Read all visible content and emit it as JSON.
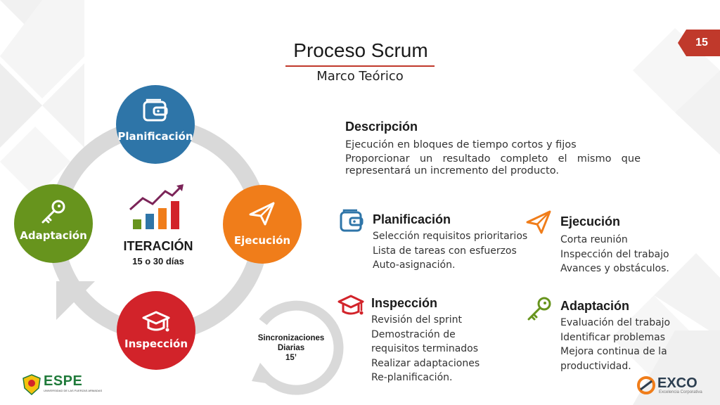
{
  "slide": {
    "number": "15",
    "title": "Proceso Scrum",
    "subtitle": "Marco Teórico"
  },
  "colors": {
    "planificacion": "#2e75a8",
    "ejecucion": "#f07d1a",
    "inspeccion": "#d2232a",
    "adaptacion": "#67941d",
    "accent_red": "#c0392b",
    "cycle_gray": "#d9d9d9"
  },
  "cycle": {
    "nodes": [
      {
        "label": "Planificación",
        "icon": "wallet-icon"
      },
      {
        "label": "Ejecución",
        "icon": "paper-plane-icon"
      },
      {
        "label": "Inspección",
        "icon": "graduation-cap-icon"
      },
      {
        "label": "Adaptación",
        "icon": "key-icon"
      }
    ],
    "center": {
      "title": "ITERACIÓN",
      "subtitle": "15 o 30 días",
      "icon": "bar-chart-trend-icon"
    },
    "sync": {
      "line1": "Sincronizaciones",
      "line2": "Diarias",
      "line3": "15’"
    }
  },
  "description": {
    "heading": "Descripción",
    "line1": "Ejecución en bloques de tiempo cortos y fijos",
    "line2": "Proporcionar un resultado completo el mismo que representará un incremento del producto."
  },
  "sections": {
    "planificacion": {
      "heading": "Planificación",
      "icon": "wallet-icon",
      "items": [
        "Selección requisitos prioritarios",
        "Lista de tareas con esfuerzos",
        "Auto-asignación."
      ]
    },
    "ejecucion": {
      "heading": "Ejecución",
      "icon": "paper-plane-icon",
      "items": [
        "Corta reunión",
        "Inspección del trabajo",
        "Avances y obstáculos."
      ]
    },
    "inspeccion": {
      "heading": "Inspección",
      "icon": "graduation-cap-icon",
      "items": [
        "Revisión del sprint",
        "Demostración de",
        "requisitos terminados",
        "Realizar adaptaciones",
        "Re-planificación."
      ]
    },
    "adaptacion": {
      "heading": "Adaptación",
      "icon": "key-icon",
      "items": [
        "Evaluación del trabajo",
        "Identificar problemas",
        "Mejora continua de la",
        "productividad."
      ]
    }
  },
  "logos": {
    "espe": {
      "name": "ESPE",
      "tagline": "UNIVERSIDAD DE LAS FUERZAS ARMADAS"
    },
    "exco": {
      "name": "EXCO",
      "tagline": "Excelencia Corporativa"
    }
  }
}
